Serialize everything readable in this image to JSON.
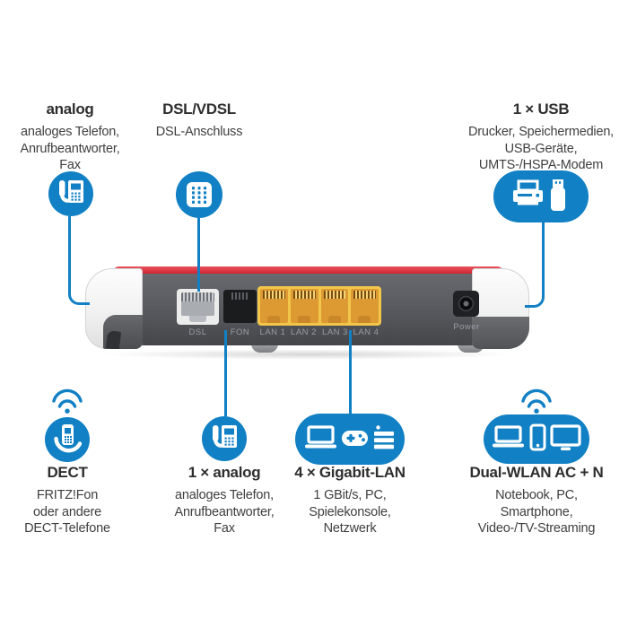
{
  "colors": {
    "accent_blue": "#1180c4",
    "text": "#3c3c3c",
    "router_red": "#cf1f2e",
    "router_gray": "#56585d",
    "lan_yellow": "#f2c64b"
  },
  "top_callouts": [
    {
      "title": "analog",
      "lines": [
        "analoges Telefon,",
        "Anrufbeantworter,",
        "Fax"
      ],
      "icon": "desk-phone-icon"
    },
    {
      "title": "DSL/VDSL",
      "lines": [
        "DSL-Anschluss"
      ],
      "icon": "dsl-port-icon"
    },
    {
      "title": "1 × USB",
      "lines": [
        "Drucker, Speichermedien,",
        "USB-Geräte,",
        "UMTS-/HSPA-Modem"
      ],
      "icon": "printer-usb-stick-icon"
    }
  ],
  "bottom_callouts": [
    {
      "title": "DECT",
      "lines": [
        "FRITZ!Fon",
        "oder andere",
        "DECT-Telefone"
      ],
      "icon": "dect-handset-icon",
      "wireless": true
    },
    {
      "title": "1 × analog",
      "lines": [
        "analoges Telefon,",
        "Anrufbeantworter,",
        "Fax"
      ],
      "icon": "desk-phone-icon",
      "wireless": false
    },
    {
      "title": "4 × Gigabit-LAN",
      "lines": [
        "1 GBit/s, PC,",
        "Spielekonsole,",
        "Netzwerk"
      ],
      "icon": "laptop-gamepad-server-icon",
      "wireless": false
    },
    {
      "title": "Dual-WLAN AC + N",
      "lines": [
        "Notebook, PC,",
        "Smartphone,",
        "Video-/TV-Streaming"
      ],
      "icon": "laptop-smartphone-tv-icon",
      "wireless": true
    }
  ],
  "router": {
    "ports": [
      "DSL",
      "FON",
      "LAN 1",
      "LAN 2",
      "LAN 3",
      "LAN 4",
      "Power"
    ]
  }
}
